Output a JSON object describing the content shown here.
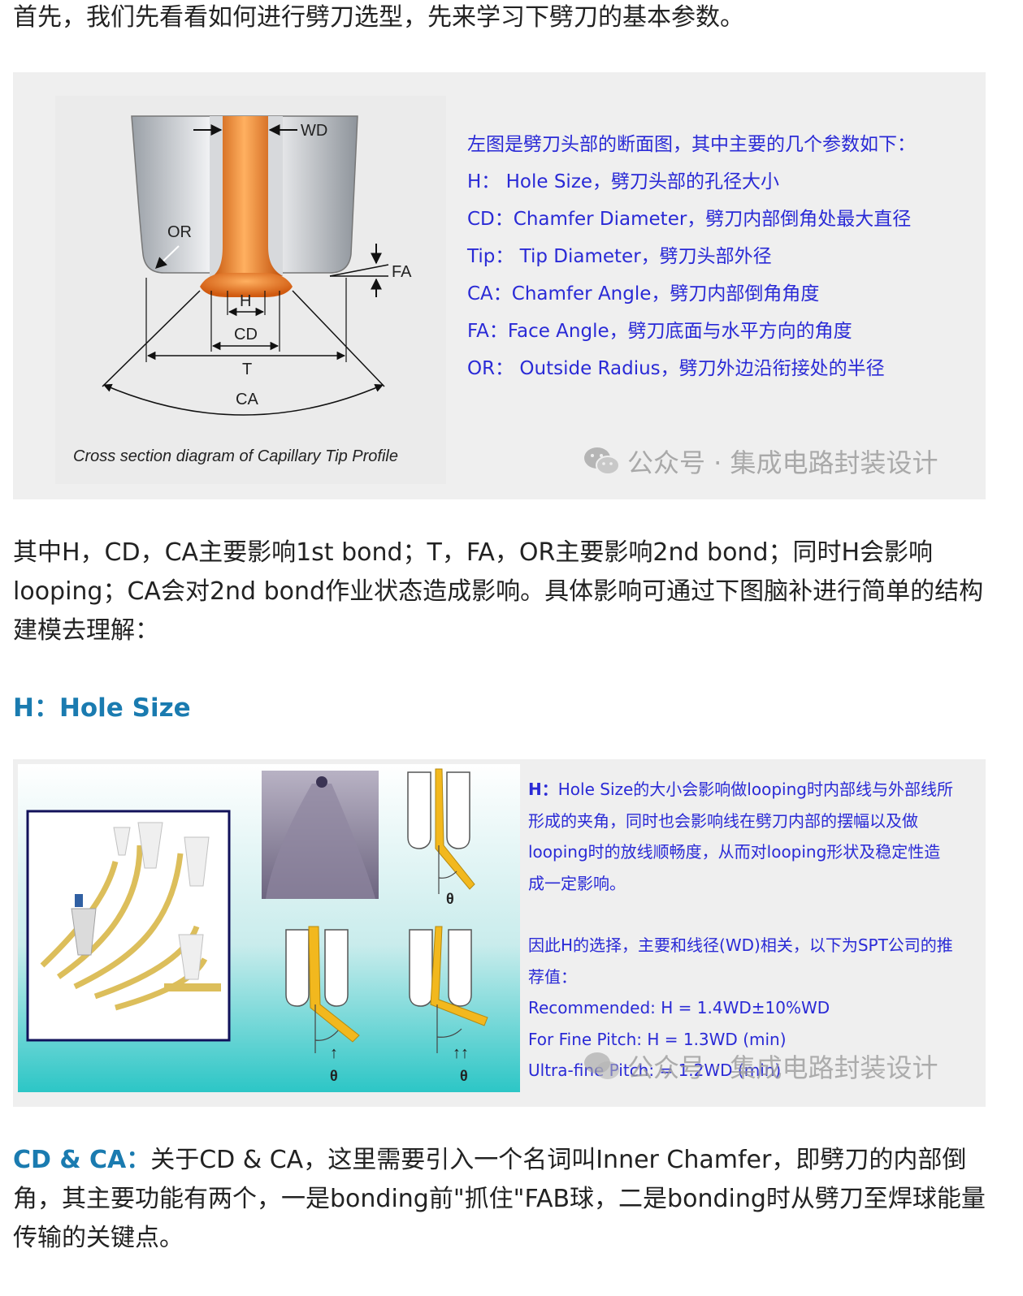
{
  "intro": "首先，我们先看看如何进行劈刀选型，先来学习下劈刀的基本参数。",
  "figure1": {
    "caption": "Cross section diagram of Capillary Tip Profile",
    "labels": {
      "wd": "WD",
      "or": "OR",
      "fa": "FA",
      "h": "H",
      "cd": "CD",
      "t": "T",
      "ca": "CA"
    },
    "lines": [
      "左图是劈刀头部的断面图，其中主要的几个参数如下：",
      "H：  Hole Size，劈刀头部的孔径大小",
      "CD：Chamfer Diameter，劈刀内部倒角处最大直径",
      "Tip：  Tip Diameter，劈刀头部外径",
      "CA：Chamfer Angle，劈刀内部倒角角度",
      "FA：Face Angle，劈刀底面与水平方向的角度",
      "OR：  Outside Radius，劈刀外边沿衔接处的半径"
    ],
    "watermark": "公众号 · 集成电路封装设计",
    "text_color": "#2a2ad6"
  },
  "paragraph2": "其中H，CD，CA主要影响1st bond；T，FA，OR主要影响2nd bond；同时H会影响looping；CA会对2nd bond作业状态造成影响。具体影响可通过下图脑补进行简单的结构建模去理解：",
  "heading_h": "H：Hole Size",
  "heading_color": "#1a7bb0",
  "figure2": {
    "theta": "θ",
    "arrow1": "↑",
    "arrow2": "↑↑",
    "lead": "H：",
    "lines": [
      "Hole Size的大小会影响做looping时内部线与外部线所",
      "形成的夹角，同时也会影响线在劈刀内部的摆幅以及做",
      "looping时的放线顺畅度，从而对looping形状及稳定性造",
      "成一定影响。",
      "因此H的选择，主要和线径(WD)相关，以下为SPT公司的推",
      "荐值：",
      "Recommended: H = 1.4WD±10%WD",
      "For Fine Pitch: H = 1.3WD (min)",
      "Ultra-fine Pitch: = 1.2WD (min)"
    ],
    "watermark": "公众号 · 集成电路封装设计"
  },
  "cdca": {
    "label": "CD & CA：",
    "text": "关于CD & CA，这里需要引入一个名词叫Inner Chamfer，即劈刀的内部倒角，其主要功能有两个，一是bonding前\"抓住\"FAB球，二是bonding时从劈刀至焊球能量传输的关键点。"
  }
}
